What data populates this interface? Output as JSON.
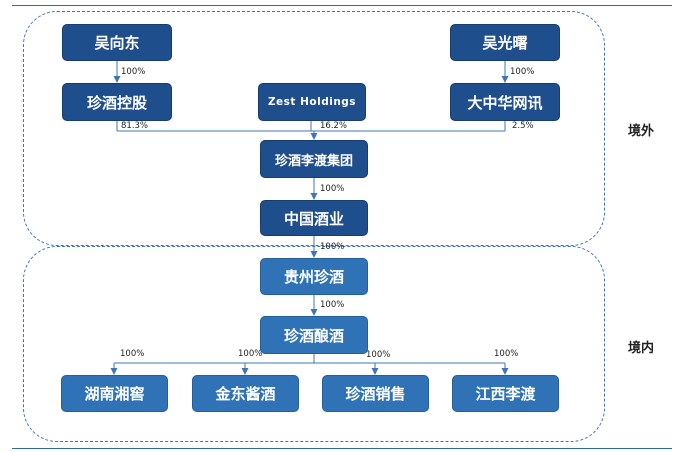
{
  "regions": {
    "outside_label": "境外",
    "inside_label": "境内"
  },
  "entities": {
    "wu_xiangdong": "吴向东",
    "wu_guangshu": "吴光曙",
    "zhenjiu_holdings": "珍酒控股",
    "zest_holdings": "Zest Holdings",
    "dazhonghua": "大中华网讯",
    "group": "珍酒李渡集团",
    "china_liquor": "中国酒业",
    "guizhou_zhenjiu": "贵州珍酒",
    "zhenjiu_brewing": "珍酒酿酒",
    "hunan": "湖南湘窖",
    "jindong": "金东酱酒",
    "sales": "珍酒销售",
    "jiangxi": "江西李渡"
  },
  "ownership": {
    "wu_xiangdong_to_holdings": "100%",
    "wu_guangshu_to_dazhonghua": "100%",
    "holdings_to_group": "81.3%",
    "zest_to_group": "16.2%",
    "dazhonghua_to_group": "2.5%",
    "group_to_china_liquor": "100%",
    "china_liquor_to_guizhou": "100%",
    "guizhou_to_brewing": "100%",
    "brewing_to_hunan": "100%",
    "brewing_to_jindong": "100%",
    "brewing_to_sales": "100%",
    "brewing_to_jiangxi": "100%"
  },
  "colors": {
    "dark_box": "#1f4e8c",
    "light_box": "#2f72b6",
    "connector": "#3f76b5",
    "region_border": "#3f76b5"
  }
}
